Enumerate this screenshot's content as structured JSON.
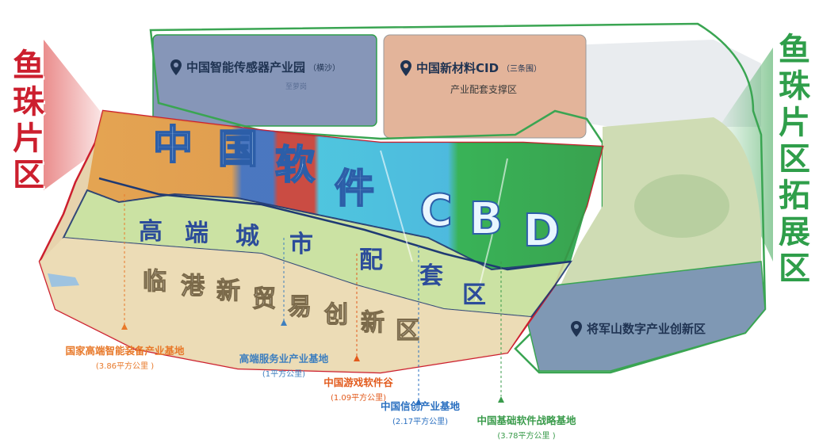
{
  "side_titles": {
    "left": [
      "鱼",
      "珠",
      "片",
      "区"
    ],
    "right": [
      "鱼",
      "珠",
      "片",
      "区",
      "拓",
      "展",
      "区"
    ]
  },
  "zone_labels": {
    "software_cbd": [
      "中",
      "国",
      "软",
      "件",
      "C",
      "B",
      "D"
    ],
    "high_end": [
      "高",
      "端",
      "城",
      "市",
      "配",
      "套",
      "区"
    ],
    "trade": [
      "临",
      "港",
      "新",
      "贸",
      "易",
      "创",
      "新",
      "区"
    ]
  },
  "pin_zones": {
    "sensor_park": {
      "name": "中国智能传感器产业园",
      "note": "（横沙）"
    },
    "new_material": {
      "name": "中国新材料CID",
      "note": "（三条围）",
      "sub": "产业配套支撑区"
    },
    "jiangjunshan": {
      "name": "将军山数字产业创新区"
    }
  },
  "bases": [
    {
      "name": "国家高端智能装备产业基地",
      "area": "(3.86平方公里 )",
      "color": "#e8792a"
    },
    {
      "name": "高端服务业产业基地",
      "area": "(1平方公里)",
      "color": "#3e7fbf"
    },
    {
      "name": "中国游戏软件谷",
      "area": "(1.09平方公里)",
      "color": "#e25a1c"
    },
    {
      "name": "中国信创产业基地",
      "area": "(2.17平方公里)",
      "color": "#2a6fc0"
    },
    {
      "name": "中国基础软件战略基地",
      "area": "(3.78平方公里 )",
      "color": "#3a9b4b"
    }
  ],
  "small_place": "至萝岗",
  "colors": {
    "red_border": "#cc1f2e",
    "green_border": "#2f9e4a",
    "sensor_fill": "#8696b8",
    "material_fill": "#e3b49a",
    "cbd_orange": "#e39a45",
    "cbd_blue": "#3a73c9",
    "cbd_red": "#c43a38",
    "cbd_cyan": "#3fc7e6",
    "cbd_green": "#2eb04a",
    "band_green": "#c9e4a2",
    "band_beige": "#ecdcb6"
  }
}
